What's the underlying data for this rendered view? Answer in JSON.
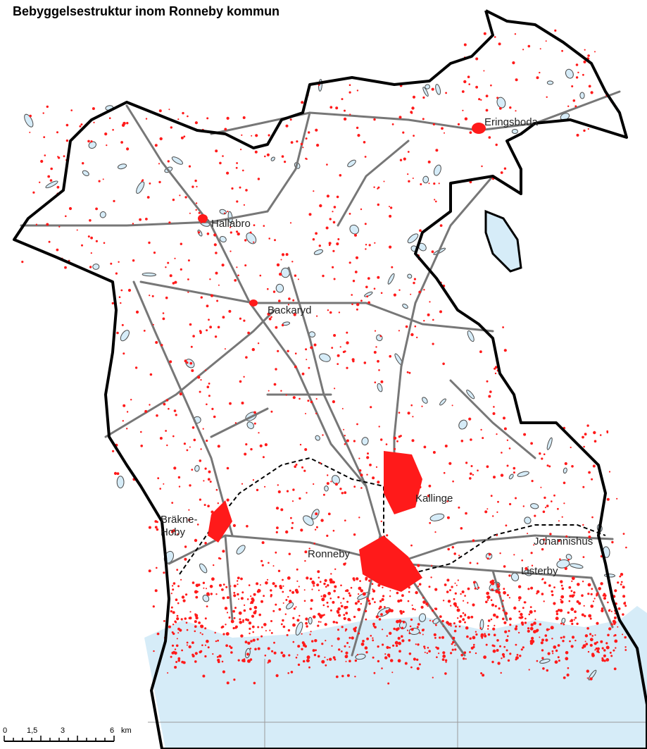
{
  "title": "Bebyggelsestruktur inom Ronneby kommun",
  "colors": {
    "settlement": "#ff1a1a",
    "boundary": "#000000",
    "roads": "#777777",
    "water": "#d6ecf8",
    "water_outline": "#4a4a4a",
    "railway": "#000000"
  },
  "places": {
    "eringsboda": "Eringsboda",
    "hallabro": "Hallabro",
    "backaryd": "Backaryd",
    "kallinge": "Kallinge",
    "brakne_hoby_1": "Bräkne-",
    "brakne_hoby_2": "Hoby",
    "ronneby": "Ronneby",
    "johannishus": "Johannishus",
    "listerby": "Listerby"
  },
  "scalebar": {
    "ticks": [
      "0",
      "1,5",
      "3",
      "6"
    ],
    "unit": "km"
  }
}
